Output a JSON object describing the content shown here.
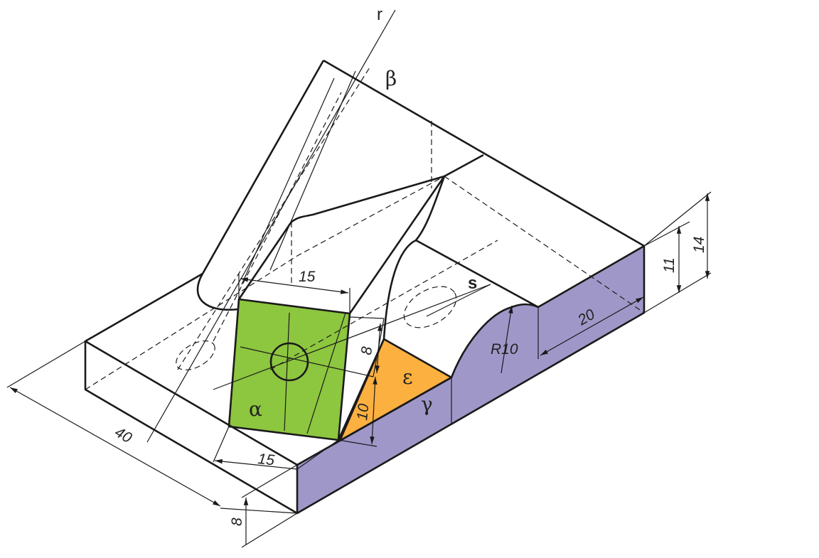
{
  "colors": {
    "alpha": "#8dc63f",
    "epsilon": "#fbb040",
    "gamma": "#a097c9",
    "line": "#1a1a1a"
  },
  "labels": {
    "r": "r",
    "beta": "β",
    "s": "s",
    "alpha": "α",
    "epsilon": "ε",
    "gamma": "γ"
  },
  "dimensions": {
    "top_width": "15",
    "bottom_width": "15",
    "hole_offset": "8",
    "epsilon_height": "10",
    "radius": "R10",
    "slot_width": "20",
    "height_11": "11",
    "height_14": "14",
    "length": "40",
    "base_height": "8"
  }
}
